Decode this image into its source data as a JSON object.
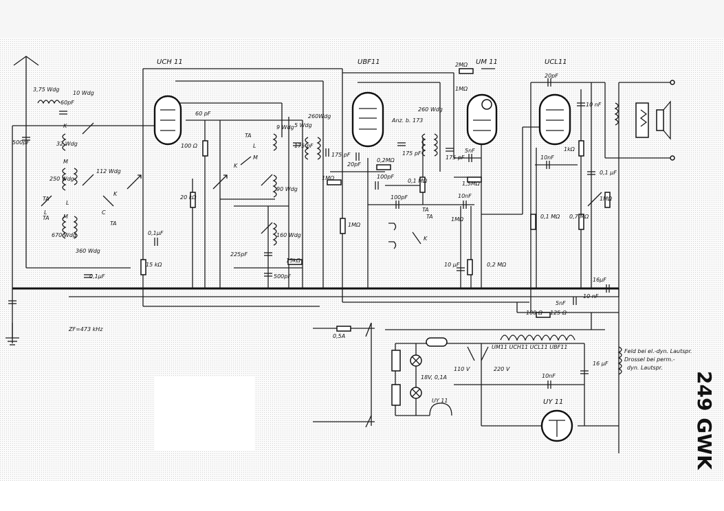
{
  "model": "249 GWK",
  "tubes": [
    "UCH 11",
    "UBF11",
    "UM 11",
    "UCL11",
    "UY 11",
    "UY 11"
  ],
  "labels": [
    "3,75 Wdg",
    "60pF",
    "10 Wdg",
    "500pF",
    "K",
    "32 Wdg",
    "M",
    "250 Wdg",
    "112 Wdg",
    "L",
    "K",
    "TA",
    "TA",
    "L",
    "670 Wdg",
    "360 Wdg",
    "M",
    "C",
    "TA",
    "0,1µF",
    "15 kΩ",
    "0,1µF",
    "60 pF",
    "100 Ω",
    "20 kΩ",
    "225pF",
    "15kΩ",
    "500pF",
    "TA",
    "L",
    "M",
    "K",
    "9 Wdg",
    "90 Wdg",
    "160 Wdg",
    "5 Wdg",
    "175 pF",
    "260Wdg",
    "175 pF",
    "20pF",
    "1MΩ",
    "1MΩ",
    "0,2MΩ",
    "Anz. b. 173",
    "260 Wdg",
    "100pF",
    "0,1 MΩ",
    "175 pF",
    "175 pF",
    "100pF",
    "2MΩ",
    "1MΩ",
    "5nF",
    "1,5MΩ",
    "10nF",
    "TA",
    "1MΩ",
    "TA",
    "K",
    "10 µF",
    "0,2 MΩ",
    "20pF",
    "10 nF",
    "1kΩ",
    "10nF",
    "0,1 µF",
    "1MΩ",
    "0,1 MΩ",
    "0,7 MΩ",
    "16µF",
    "10 nF",
    "100 Ω",
    "125 Ω",
    "5nF",
    "ZF=473 kHz",
    "0,5A",
    "UM11 UCH11 UCL11 UBF11",
    "18V, 0,1A",
    "110 V",
    "220 V",
    "16 µF",
    "10nF",
    "Feld bei el.-dyn. Lautspr.",
    "Drossel bei perm.-",
    "dyn. Lautspr."
  ]
}
